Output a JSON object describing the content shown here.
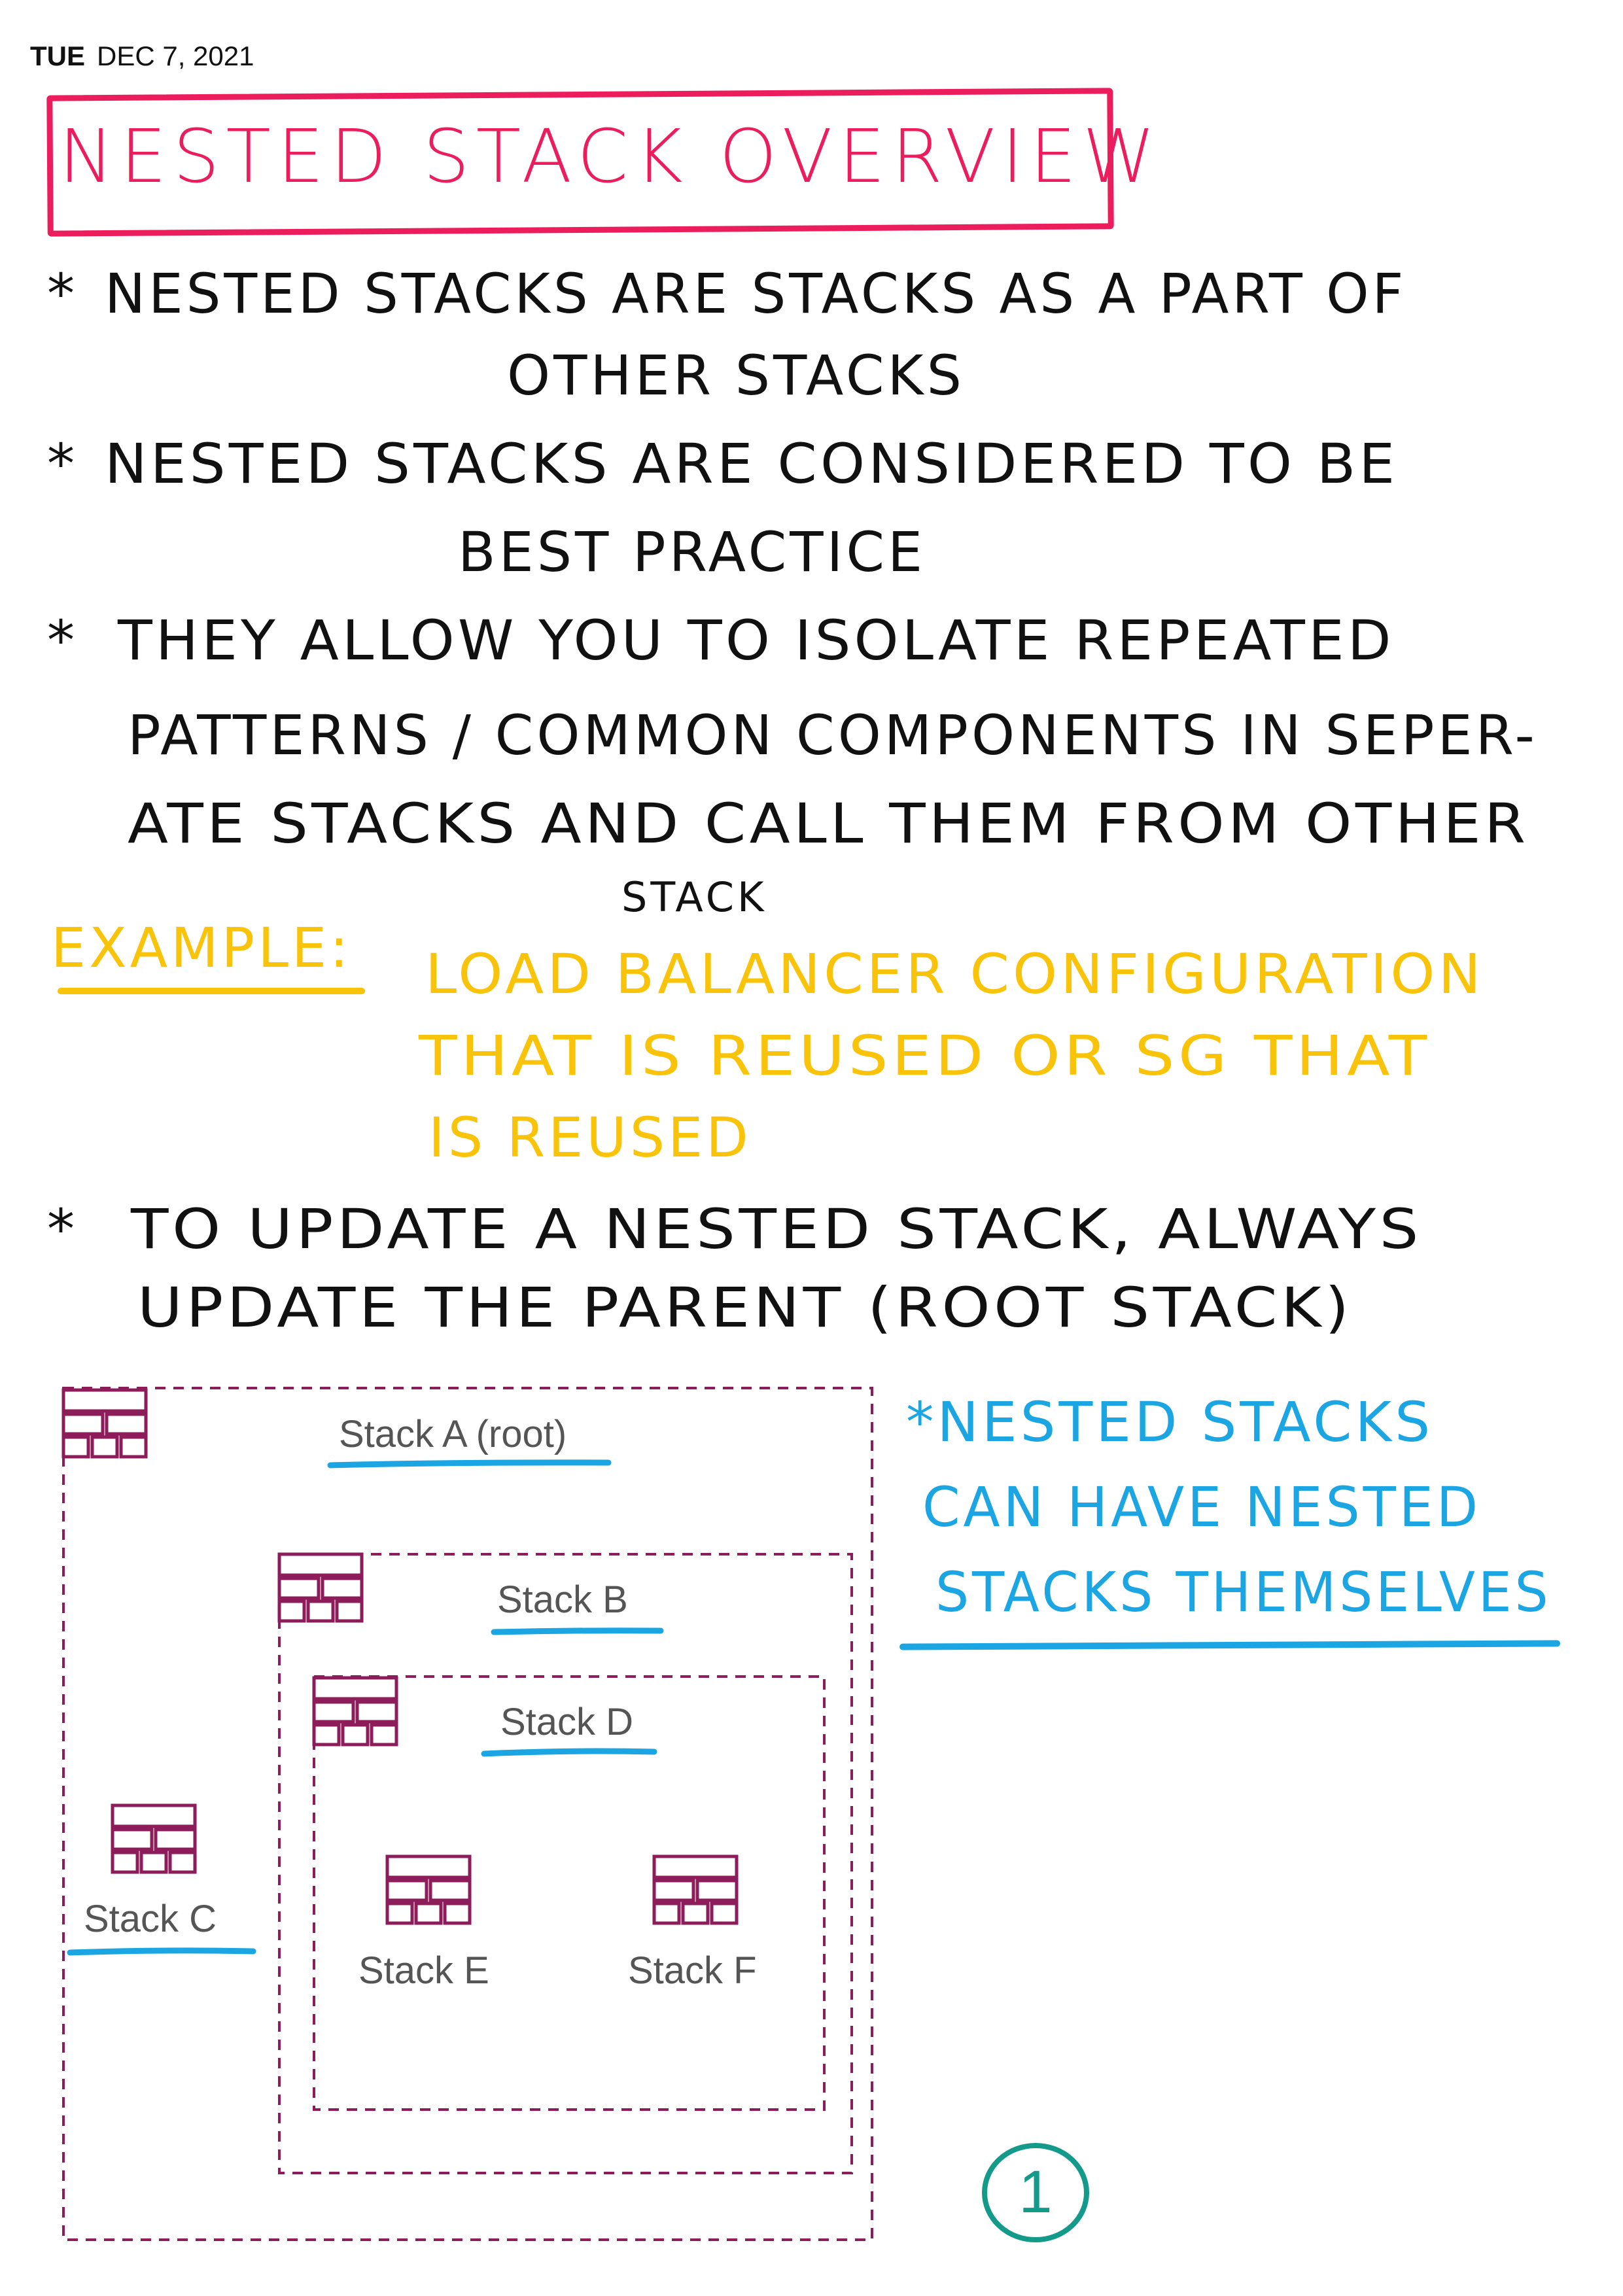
{
  "header": {
    "day": "TUE",
    "date": "DEC 7, 2021"
  },
  "title": "NESTED STACK OVERVIEW",
  "notes": [
    {
      "bullet": "*",
      "lines": [
        "NESTED STACKS ARE STACKS AS A PART OF",
        "OTHER STACKS"
      ]
    },
    {
      "bullet": "*",
      "lines": [
        "NESTED STACKS ARE CONSIDERED TO BE",
        "BEST PRACTICE"
      ]
    },
    {
      "bullet": "*",
      "lines": [
        "THEY ALLOW YOU TO ISOLATE REPEATED",
        "PATTERNS / COMMON COMPONENTS IN SEPER-",
        "ATE STACKS AND CALL THEM FROM OTHER",
        "STACK"
      ]
    },
    {
      "bullet": "*",
      "lines": [
        "TO UPDATE A NESTED STACK, ALWAYS",
        "UPDATE THE PARENT (ROOT STACK)"
      ]
    }
  ],
  "example": {
    "label": "EXAMPLE:",
    "lines": [
      "LOAD BALANCER CONFIGURATION",
      "THAT IS REUSED OR SG THAT",
      "IS REUSED"
    ]
  },
  "side_note": {
    "lines": [
      "*NESTED STACKS",
      "CAN HAVE NESTED",
      "STACKS THEMSELVES"
    ]
  },
  "diagram": {
    "stacks": {
      "a": "Stack A (root)",
      "b": "Stack B",
      "c": "Stack C",
      "d": "Stack D",
      "e": "Stack E",
      "f": "Stack F"
    }
  },
  "page_number": "1",
  "colors": {
    "title": "#ec1d5d",
    "example": "#f9c30a",
    "side_note": "#1ba6e3",
    "stack_icon": "#8c1c5a",
    "page_number": "#139a8a"
  }
}
